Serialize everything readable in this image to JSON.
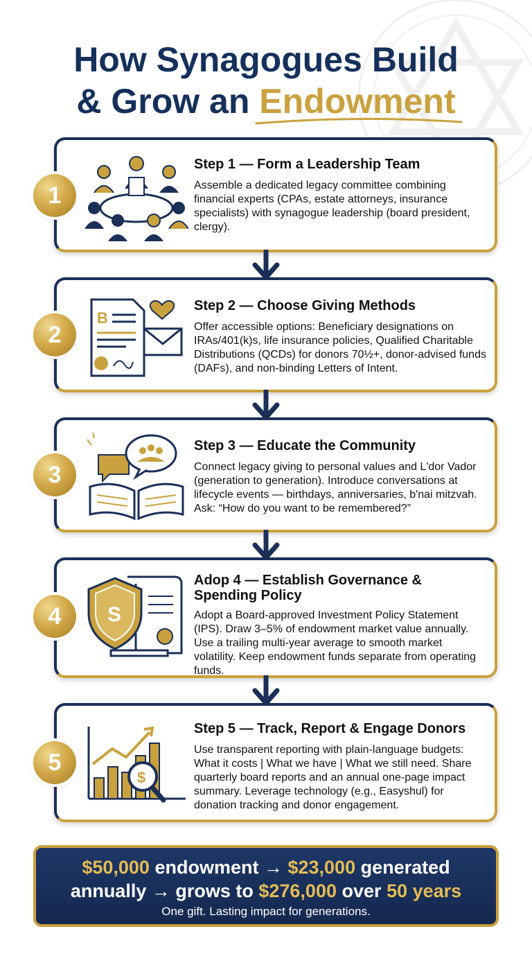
{
  "title": {
    "line1": "How Synagogues Build",
    "line2_prefix": "& Grow an",
    "line2_highlight": "Endowment"
  },
  "steps": [
    {
      "number": "1",
      "title": "Step 1 — Form a Leadership Team",
      "description": "Assemble a dedicated legacy committee combining financial experts (CPAs, estate attorneys, insurance specialists) with synagogue leadership (board president, clergy).",
      "icon": "leadership-team-icon"
    },
    {
      "number": "2",
      "title": "Step 2 — Choose Giving Methods",
      "description": "Offer accessible options: Beneficiary designations on IRAs/401(k)s, life insurance policies, Qualified Charitable Distributions (QCDs) for donors 70½+, donor-advised funds (DAFs), and non-binding Letters of Intent.",
      "icon": "documents-heart-envelope-icon"
    },
    {
      "number": "3",
      "title": "Step 3 — Educate the Community",
      "description": "Connect legacy giving to personal values and L'dor Vador (generation to generation). Introduce conversations at lifecycle events — birthdays, anniversaries, b'nai mitzvah. Ask: “How do you want to be remembered?”",
      "icon": "open-book-speech-icon"
    },
    {
      "number": "4",
      "title": "Adop 4 — Establish Governance & Spending Policy",
      "description": "Adopt a Board-approved Investment Policy Statement (IPS). Draw 3–5% of endowment market value annually. Use a trailing multi-year average to smooth market volatility. Keep endowment funds separate from operating funds.",
      "icon": "shield-dollar-scroll-icon"
    },
    {
      "number": "5",
      "title": "Step 5 — Track, Report & Engage Donors",
      "description": "Use transparent reporting with plain-language budgets: What it costs | What we have | What we still need. Share quarterly board reports and an annual one-page impact summary. Leverage technology (e.g., Easyshul) for donation tracking and donor engagement.",
      "icon": "growth-chart-magnifier-icon"
    }
  ],
  "banner": {
    "amount1": "$50,000",
    "text1": "endowment →",
    "amount2": "$23,000",
    "text2": "generated",
    "text3": "annually → grows to",
    "amount3": "$276,000",
    "text4": "over",
    "amount4": "50 years",
    "tagline": "One gift. Lasting impact for generations."
  },
  "colors": {
    "navy": "#15305a",
    "gold": "#c9a23f",
    "banner_bg": "#1b3263"
  }
}
